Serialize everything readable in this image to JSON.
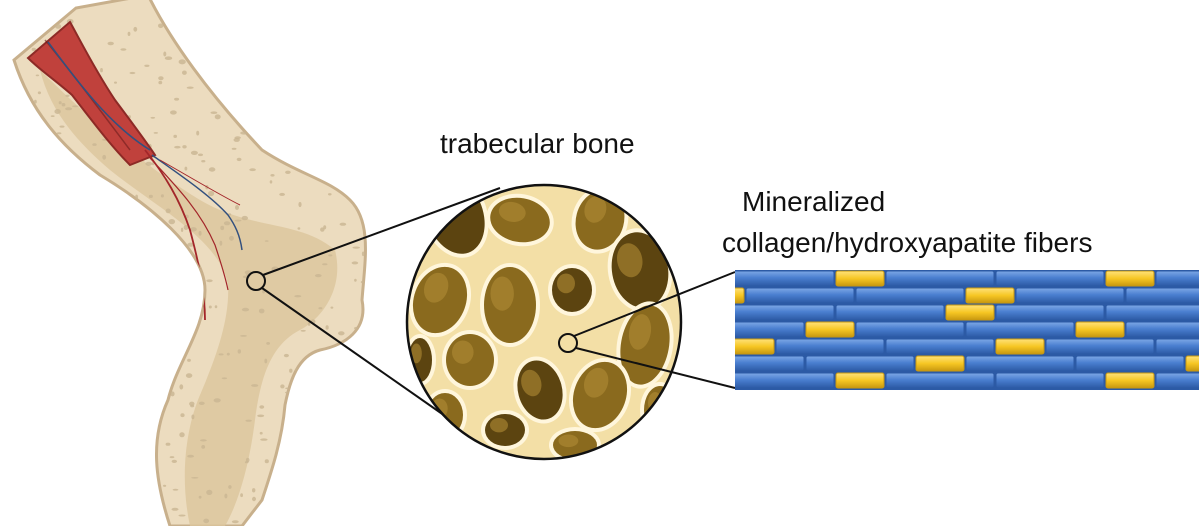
{
  "labels": {
    "trabecular": "trabecular bone",
    "mineralized": "Mineralized",
    "fibers": "collagen/hydroxyapatite fibers"
  },
  "colors": {
    "background": "#ffffff",
    "bone_outer": "#ecdcbf",
    "bone_edge": "#c8b08c",
    "bone_spots": "#c9b592",
    "marrow_red": "#c0413c",
    "marrow_edge": "#8d2a26",
    "vessel_red": "#a3262a",
    "vessel_blue": "#33507e",
    "trabecular_bg": "#f3dfa6",
    "trabecular_hole": "#8a6a1e",
    "trabecular_hole_dark": "#5c4410",
    "collagen_blue": "#4a7fd0",
    "collagen_blue_dark": "#2c5aa5",
    "hydroxyapatite_yellow": "#f6c623",
    "hydroxyapatite_dark": "#c89810",
    "line": "#111111"
  },
  "icons": [
    "femur-illustration",
    "magnifier-circle",
    "trabecular-zoom-circle",
    "fiber-array"
  ]
}
